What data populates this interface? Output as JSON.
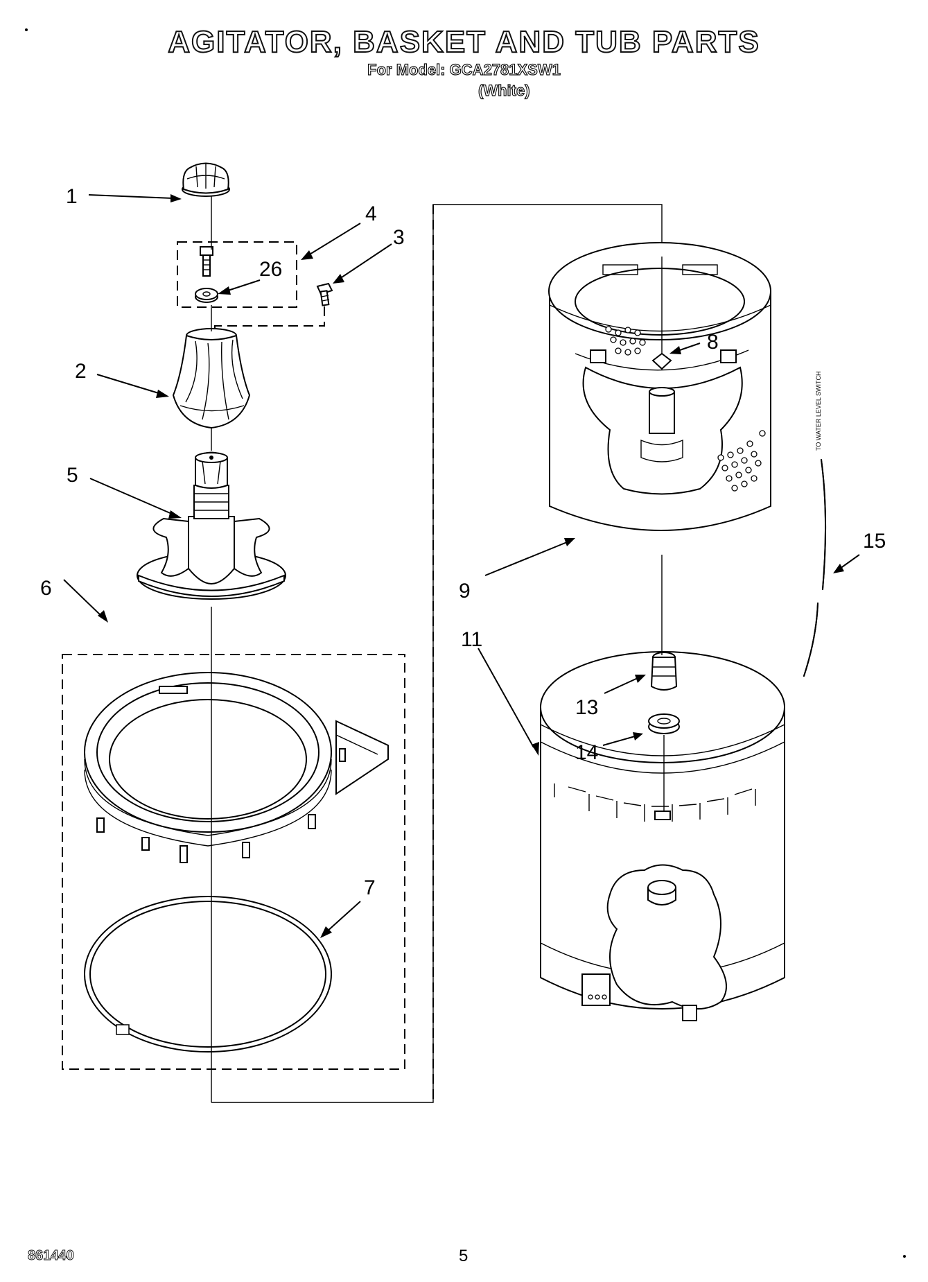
{
  "header": {
    "title": "AGITATOR, BASKET AND TUB PARTS",
    "model": "For Model: GCA2781XSW1",
    "color": "(White)"
  },
  "footer": {
    "doc_number": "861440",
    "page_number": "5"
  },
  "note": "TO WATER LEVEL SWITCH",
  "callouts": {
    "c1": "1",
    "c2": "2",
    "c3": "3",
    "c4": "4",
    "c5": "5",
    "c6": "6",
    "c7": "7",
    "c8": "8",
    "c9": "9",
    "c11": "11",
    "c13": "13",
    "c14": "14",
    "c15": "15",
    "c26": "26"
  }
}
